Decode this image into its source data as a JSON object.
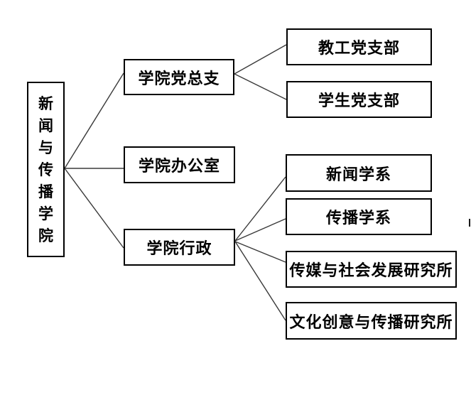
{
  "diagram": {
    "type": "org-chart",
    "root": {
      "label": "新闻与传播学院",
      "chars": [
        "新",
        "闻",
        "与",
        "传",
        "播",
        "学",
        "院"
      ]
    },
    "branches": [
      {
        "label": "学院党总支",
        "children": [
          "教工党支部",
          "学生党支部"
        ]
      },
      {
        "label": "学院办公室",
        "children": []
      },
      {
        "label": "学院行政",
        "children": [
          "新闻学系",
          "传播学系",
          "传媒与社会发展研究所",
          "文化创意与传播研究所"
        ]
      }
    ],
    "colors": {
      "background": "#ffffff",
      "box_border": "#000000",
      "text": "#000000",
      "connector_line": "#3a3a3a"
    }
  }
}
